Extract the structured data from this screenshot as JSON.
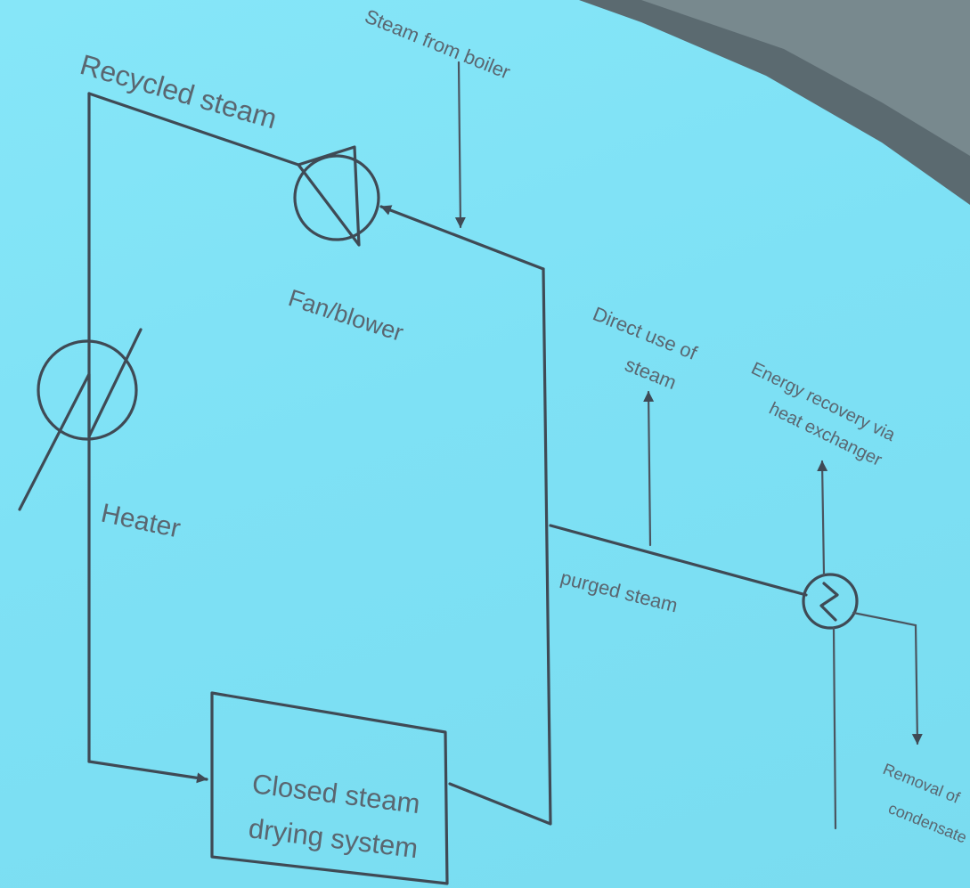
{
  "labels": {
    "recycled_steam": "Recycled steam",
    "steam_from_boiler": "Steam from boiler",
    "fan_blower": "Fan/blower",
    "heater": "Heater",
    "closed_system_line1": "Closed steam",
    "closed_system_line2": "drying system",
    "direct_use_line1": "Direct use of",
    "direct_use_line2": "steam",
    "energy_recovery_line1": "Energy recovery via",
    "energy_recovery_line2": "heat exchanger",
    "purged_steam": "purged steam",
    "removal_line1": "Removal of",
    "removal_line2": "condensate"
  },
  "colors": {
    "screen": "#7fe3f6",
    "ink": "#3f4a55",
    "frame": "#5b6a70"
  }
}
